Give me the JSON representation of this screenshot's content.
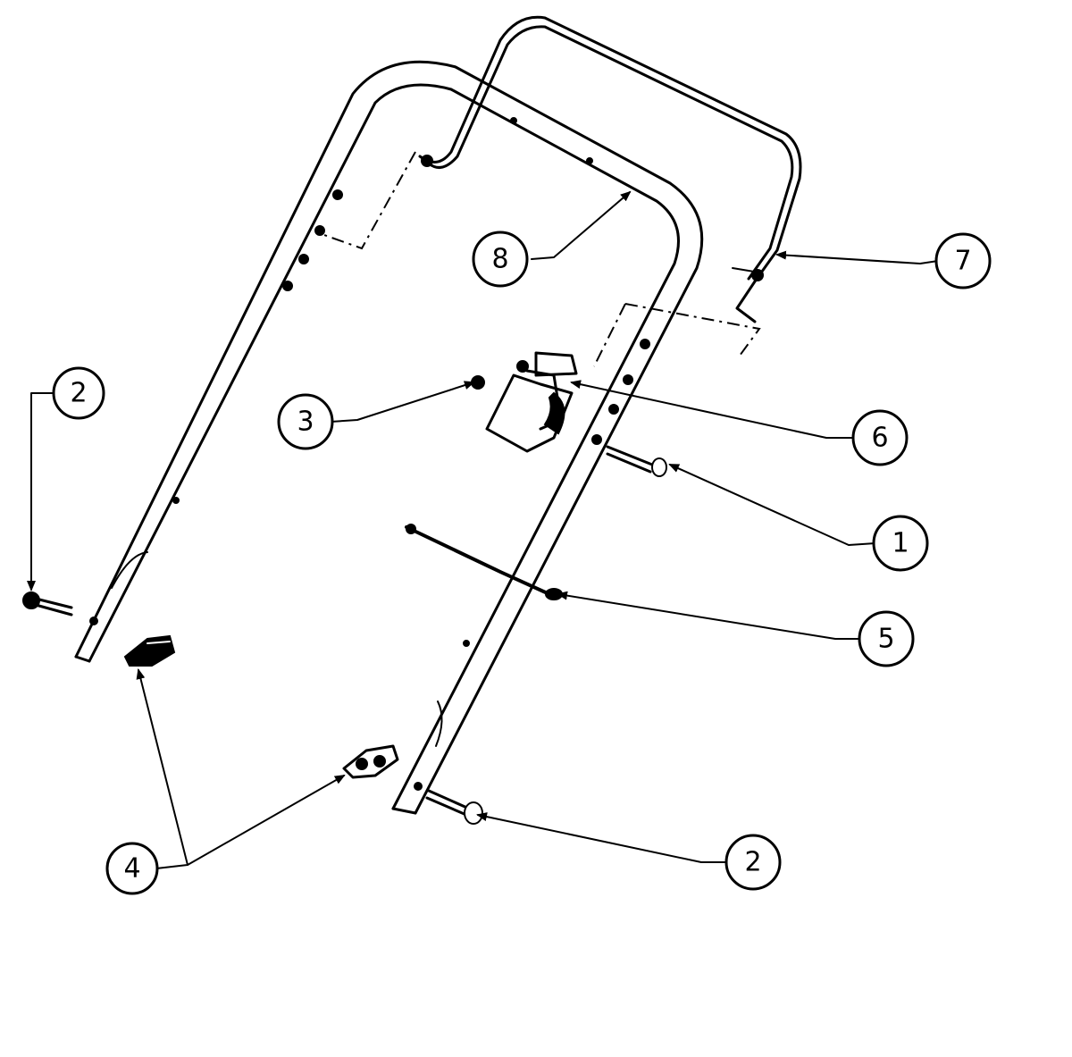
{
  "callouts": [
    {
      "id": "c1",
      "label": "1"
    },
    {
      "id": "c2a",
      "label": "2"
    },
    {
      "id": "c2b",
      "label": "2"
    },
    {
      "id": "c3",
      "label": "3"
    },
    {
      "id": "c4",
      "label": "4"
    },
    {
      "id": "c5",
      "label": "5"
    },
    {
      "id": "c6",
      "label": "6"
    },
    {
      "id": "c7",
      "label": "7"
    },
    {
      "id": "c8",
      "label": "8"
    }
  ]
}
